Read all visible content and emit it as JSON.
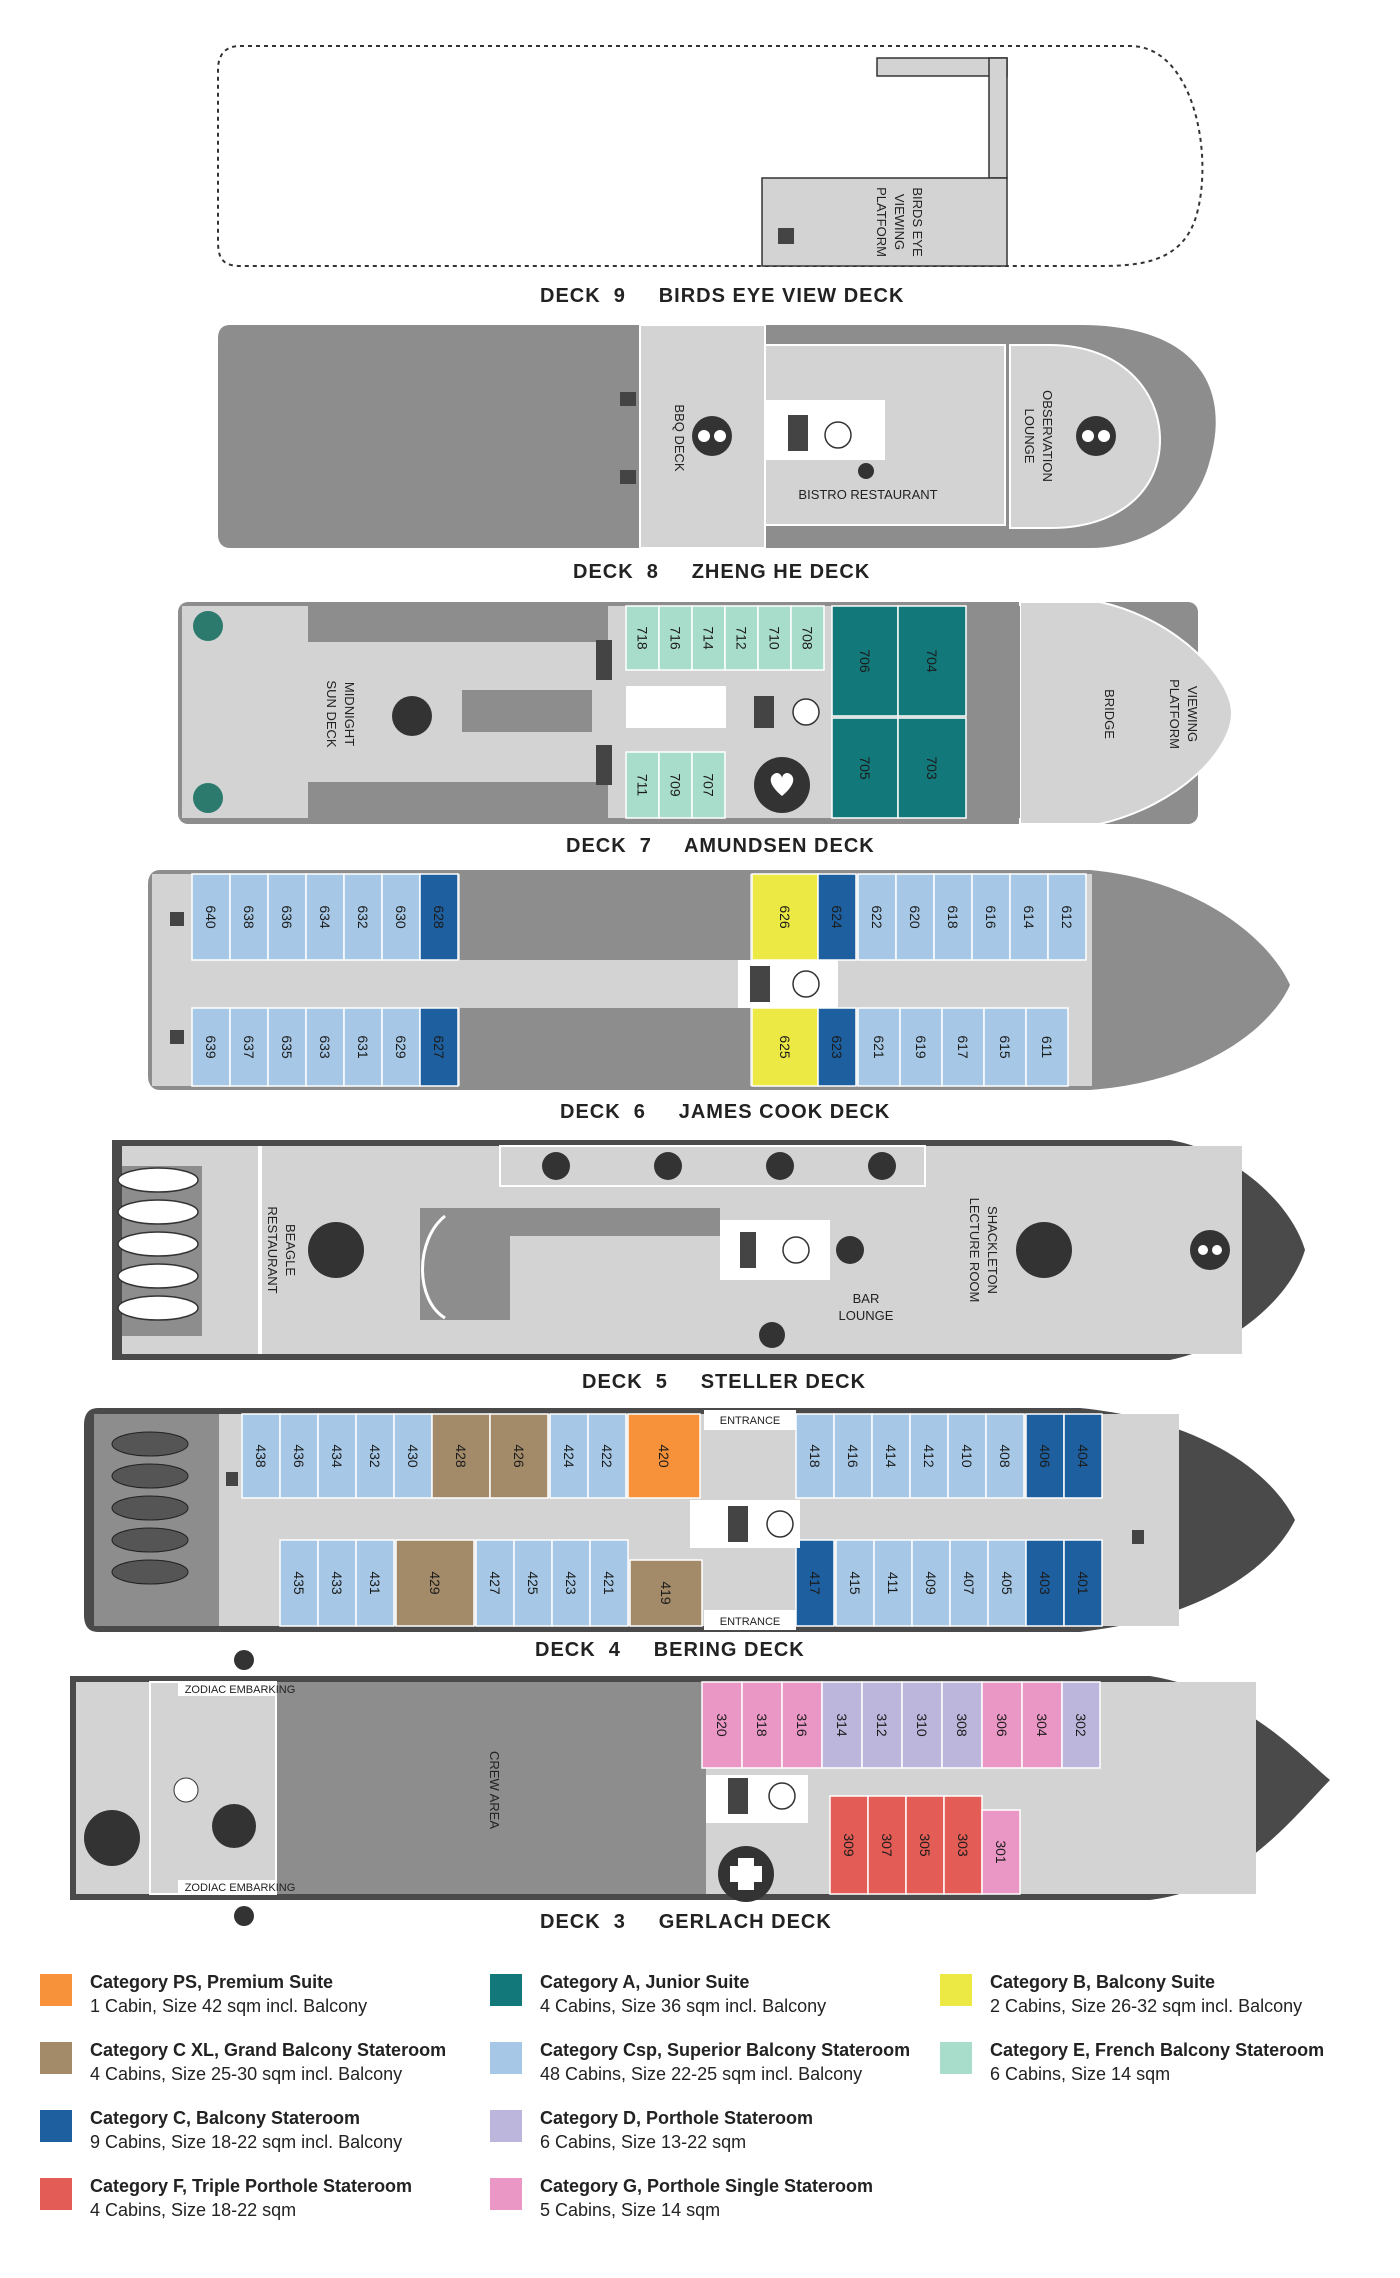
{
  "colors": {
    "PS": "#f7923a",
    "A": "#13787a",
    "B": "#ede944",
    "CXL": "#a38b6a",
    "Csp": "#a6c8e6",
    "E": "#a9ddcb",
    "C": "#1d5f9f",
    "D": "#bcb6dc",
    "F": "#e35c56",
    "G": "#ea97c5",
    "deck": "#d3d3d3",
    "dark": "#8d8d8d",
    "hull": "#4a4a4a"
  },
  "decks": {
    "d9": {
      "title": "DECK  9     BIRDS EYE VIEW DECK"
    },
    "d8": {
      "title": "DECK  8     ZHENG HE DECK"
    },
    "d7": {
      "title": "DECK  7     AMUNDSEN DECK"
    },
    "d6": {
      "title": "DECK  6     JAMES COOK DECK"
    },
    "d5": {
      "title": "DECK  5     STELLER DECK"
    },
    "d4": {
      "title": "DECK  4     BERING DECK"
    },
    "d3": {
      "title": "DECK  3     GERLACH DECK"
    }
  },
  "labels": {
    "birds_eye_1": "BIRDS EYE",
    "birds_eye_2": "VIEWING",
    "birds_eye_3": "PLATFORM",
    "bbq": "BBQ DECK",
    "obs1": "OBSERVATION",
    "obs2": "LOUNGE",
    "bistro": "BISTRO RESTAURANT",
    "midnight1": "MIDNIGHT",
    "midnight2": "SUN DECK",
    "bridge": "BRIDGE",
    "viewing1": "VIEWING",
    "viewing2": "PLATFORM",
    "beagle1": "BEAGLE",
    "beagle2": "RESTAURANT",
    "shack1": "SHACKLETON",
    "shack2": "LECTURE ROOM",
    "bar1": "BAR",
    "bar2": "LOUNGE",
    "entrance": "ENTRANCE",
    "zodiac": "ZODIAC EMBARKING",
    "crew": "CREW AREA"
  },
  "cabins": {
    "d7_top_e": [
      "718",
      "716",
      "714",
      "712",
      "710",
      "708"
    ],
    "d7_bot_e": [
      "711",
      "709",
      "707"
    ],
    "d7_a": [
      "706",
      "704",
      "705",
      "703"
    ],
    "d6_top_csp_l": [
      "640",
      "638",
      "636",
      "634",
      "632",
      "630"
    ],
    "d6_top_c_l": "628",
    "d6_bot_csp_l": [
      "639",
      "637",
      "635",
      "633",
      "631",
      "629"
    ],
    "d6_bot_c_l": "627",
    "d6_b": [
      "626",
      "625"
    ],
    "d6_c_r": [
      "624",
      "623"
    ],
    "d6_top_csp_r": [
      "622",
      "620",
      "618",
      "616",
      "614",
      "612"
    ],
    "d6_bot_csp_r": [
      "621",
      "619",
      "617",
      "615",
      "611"
    ],
    "d4_top_l": [
      "438",
      "436",
      "434",
      "432",
      "430"
    ],
    "d4_top_cxl": [
      "428",
      "426"
    ],
    "d4_top_m": [
      "424",
      "422"
    ],
    "d4_ps": "420",
    "d4_top_r": [
      "418",
      "416",
      "414",
      "412",
      "410",
      "408"
    ],
    "d4_top_c": [
      "406",
      "404"
    ],
    "d4_bot_l": [
      "435",
      "433",
      "431"
    ],
    "d4_bot_cxl_1": "429",
    "d4_bot_m": [
      "427",
      "425",
      "423",
      "421"
    ],
    "d4_bot_cxl_2": "419",
    "d4_bot_c1": "417",
    "d4_bot_r": [
      "415",
      "411",
      "409",
      "407",
      "405"
    ],
    "d4_bot_c": [
      "403",
      "401"
    ],
    "d3_top_g": [
      "320",
      "318",
      "316"
    ],
    "d3_top_d": [
      "314",
      "312",
      "310",
      "308"
    ],
    "d3_top_g2": [
      "306",
      "304"
    ],
    "d3_top_d2": "302",
    "d3_bot_f": [
      "309",
      "307",
      "305",
      "303"
    ],
    "d3_bot_g": "301"
  },
  "legend": [
    {
      "title": "Category PS, Premium Suite",
      "desc": "1 Cabin, Size 42 sqm incl. Balcony",
      "color": "#f7923a"
    },
    {
      "title": "Category A, Junior Suite",
      "desc": "4 Cabins, Size 36 sqm incl. Balcony",
      "color": "#13787a"
    },
    {
      "title": "Category B, Balcony Suite",
      "desc": "2 Cabins, Size 26-32 sqm incl. Balcony",
      "color": "#ede944"
    },
    {
      "title": "Category C XL, Grand Balcony Stateroom",
      "desc": " 4 Cabins, Size 25-30 sqm incl. Balcony",
      "color": "#a38b6a"
    },
    {
      "title": "Category Csp, Superior Balcony Stateroom",
      "desc": "48 Cabins, Size 22-25 sqm incl. Balcony",
      "color": "#a6c8e6"
    },
    {
      "title": "Category E, French Balcony Stateroom",
      "desc": "6 Cabins, Size 14 sqm",
      "color": "#a9ddcb"
    },
    {
      "title": "Category C, Balcony Stateroom",
      "desc": "9 Cabins, Size 18-22 sqm incl. Balcony",
      "color": "#1d5f9f"
    },
    {
      "title": "Category D, Porthole Stateroom",
      "desc": "6 Cabins, Size 13-22 sqm",
      "color": "#bcb6dc"
    },
    {
      "title": "",
      "desc": "",
      "color": ""
    },
    {
      "title": "Category F, Triple Porthole Stateroom",
      "desc": "4 Cabins, Size 18-22 sqm",
      "color": "#e35c56"
    },
    {
      "title": "Category G, Porthole Single Stateroom",
      "desc": "5 Cabins, Size 14 sqm",
      "color": "#ea97c5"
    }
  ]
}
